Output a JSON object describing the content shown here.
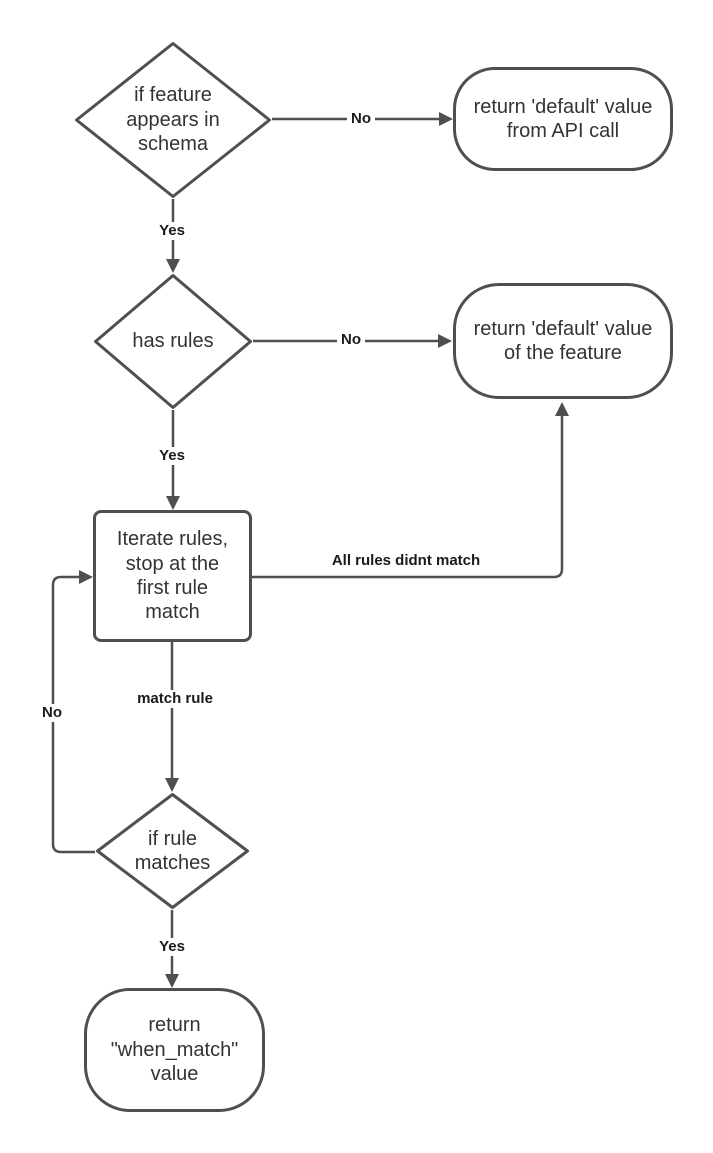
{
  "diagram": {
    "type": "flowchart",
    "colors": {
      "background": "#ffffff",
      "stroke": "#4f4f4f",
      "node_text": "#333333",
      "edge_label_text": "#1a1a1a"
    },
    "nodes": {
      "feature_in_schema": {
        "shape": "decision",
        "label": "if feature\nappears in\nschema"
      },
      "return_default_api": {
        "shape": "terminator",
        "label": "return 'default' value\nfrom API call"
      },
      "has_rules": {
        "shape": "decision",
        "label": "has rules"
      },
      "return_default_feature": {
        "shape": "terminator",
        "label": "return 'default' value\nof the feature"
      },
      "iterate_rules": {
        "shape": "process",
        "label": "Iterate rules,\nstop at the\nfirst rule\nmatch"
      },
      "if_rule_matches": {
        "shape": "decision",
        "label": "if rule\nmatches"
      },
      "return_when_match": {
        "shape": "terminator",
        "label": "return\n\"when_match\"\nvalue"
      }
    },
    "edges": {
      "feature_no": {
        "label": "No"
      },
      "feature_yes": {
        "label": "Yes"
      },
      "has_rules_no": {
        "label": "No"
      },
      "has_rules_yes": {
        "label": "Yes"
      },
      "all_rules_didnt_match": {
        "label": "All rules didnt match"
      },
      "match_rule": {
        "label": "match rule"
      },
      "rule_no_loop": {
        "label": "No"
      },
      "rule_yes": {
        "label": "Yes"
      }
    }
  }
}
